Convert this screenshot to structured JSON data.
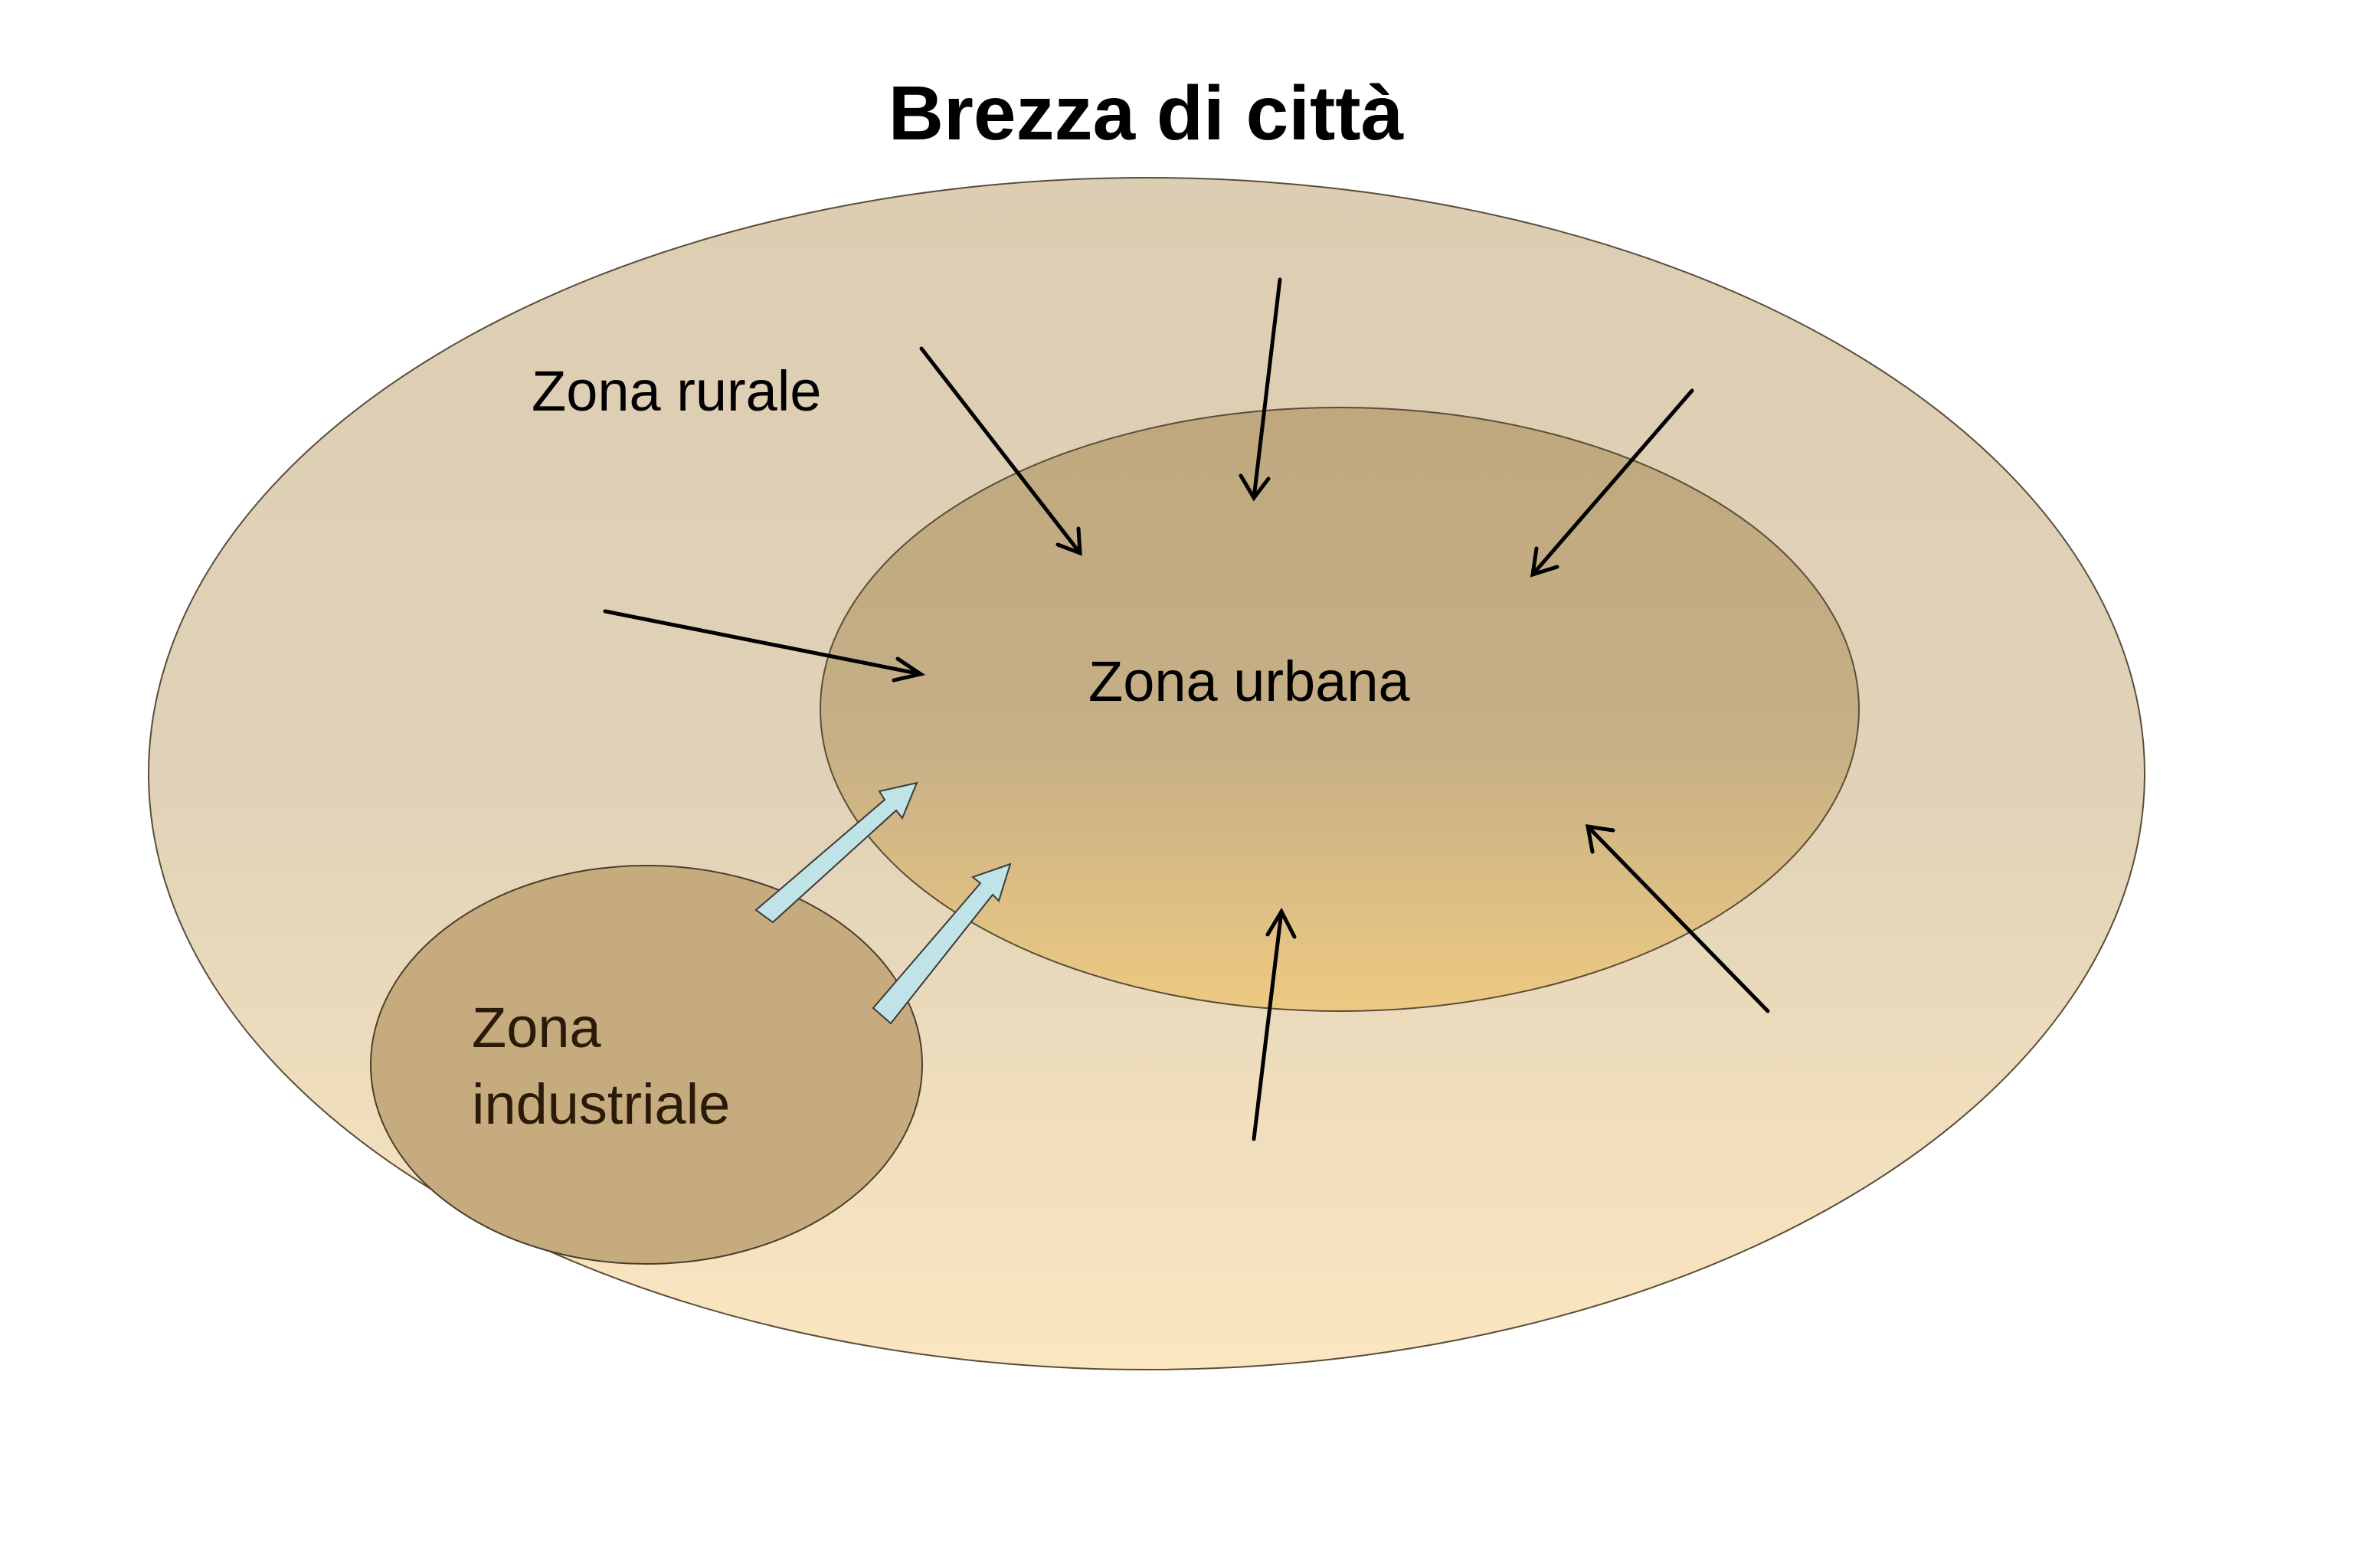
{
  "title": "Brezza di città",
  "zones": {
    "rural": {
      "label": "Zona rurale"
    },
    "urban": {
      "label": "Zona urbana"
    },
    "industrial": {
      "label_line1": "Zona",
      "label_line2": "industriale"
    }
  },
  "colors": {
    "rural_top": "#ddcdb2",
    "rural_bottom": "#fbe6c0",
    "urban_top": "#bfa87e",
    "urban_bottom": "#edca82",
    "industrial": "#c6ab7e",
    "arrow": "#000000",
    "heat_arrow": "#bfe3e6"
  }
}
